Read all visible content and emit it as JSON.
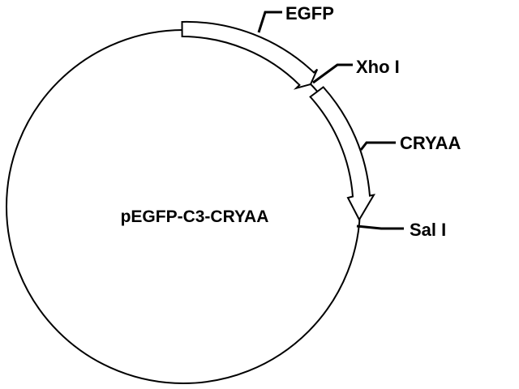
{
  "plasmid": {
    "name": "pEGFP-C3-CRYAA"
  },
  "features": [
    {
      "id": "egfp",
      "label": "EGFP",
      "type": "gene"
    },
    {
      "id": "cryaa",
      "label": "CRYAA",
      "type": "gene"
    }
  ],
  "sites": [
    {
      "id": "xho",
      "label": "Xho I",
      "type": "restriction-site"
    },
    {
      "id": "sal",
      "label": "Sal I",
      "type": "restriction-site"
    }
  ],
  "colors": {
    "stroke": "#000000",
    "fill": "#ffffff"
  }
}
